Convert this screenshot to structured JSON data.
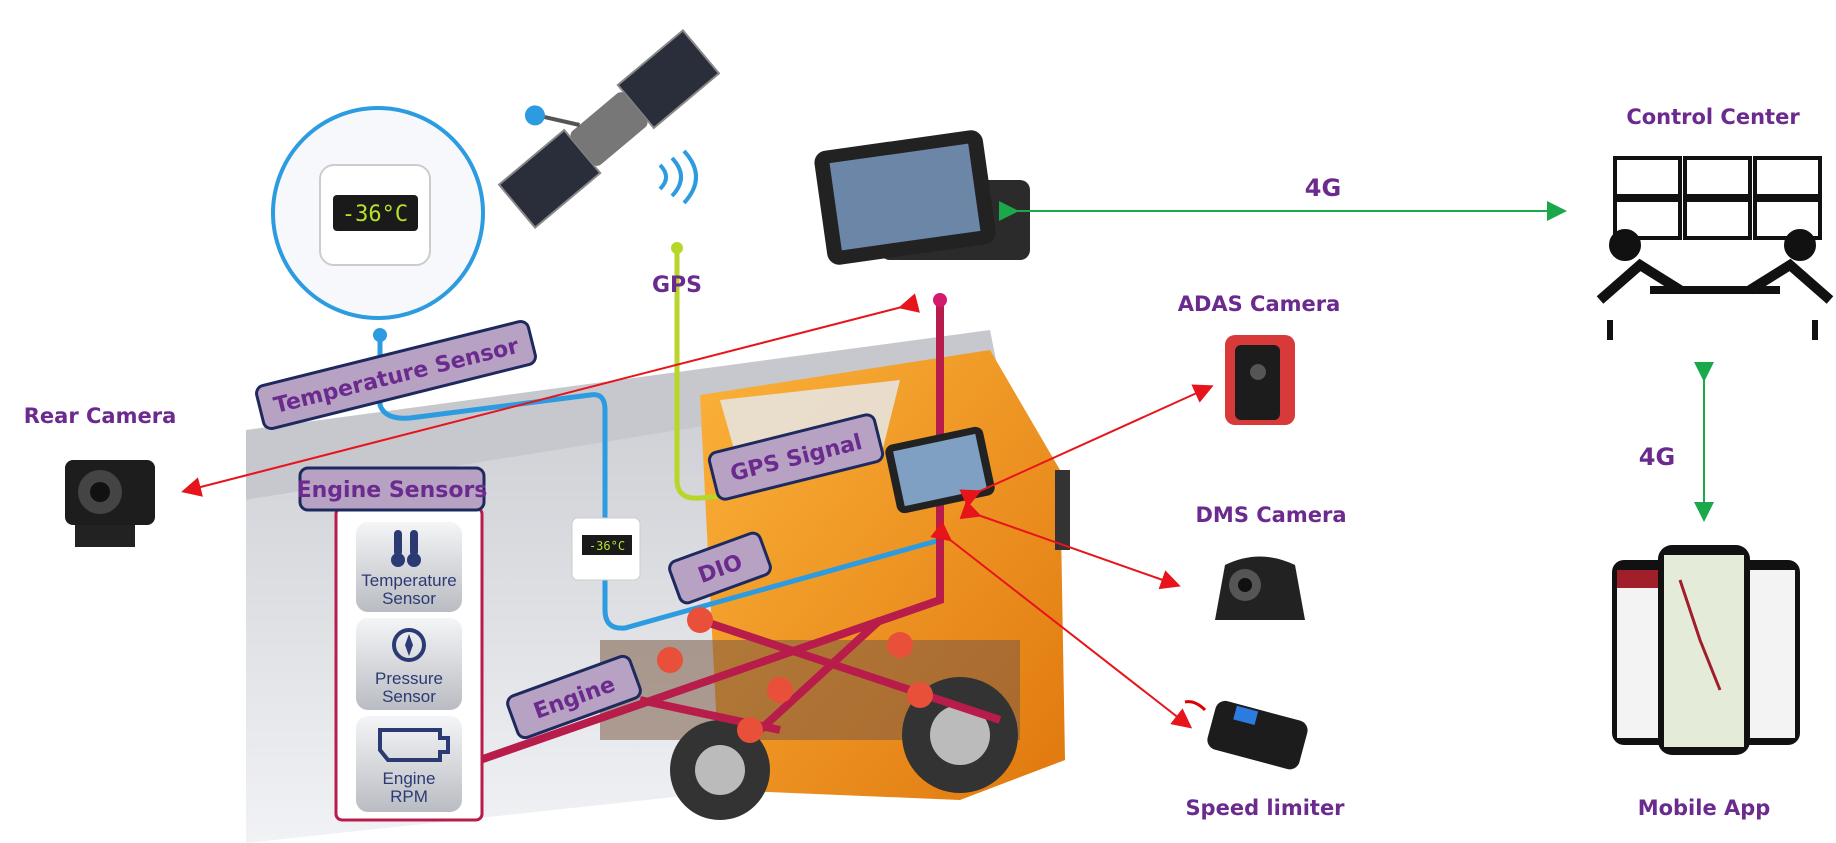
{
  "labels": {
    "rear_camera": "Rear Camera",
    "gps": "GPS",
    "control_center": "Control Center",
    "link_4g_top": "4G",
    "link_4g_side": "4G",
    "adas_camera": "ADAS Camera",
    "dms_camera": "DMS Camera",
    "speed_limiter": "Speed limiter",
    "mobile_app": "Mobile App"
  },
  "boxes": {
    "temperature_sensor": "Temperature Sensor",
    "engine_sensors": "Engine Sensors",
    "gps_signal": "GPS Signal",
    "dio": "DIO",
    "engine": "Engine"
  },
  "engine_sensor_tiles": [
    {
      "line1": "Temperature",
      "line2": "Sensor",
      "icon": "thermometer-icon"
    },
    {
      "line1": "Pressure",
      "line2": "Sensor",
      "icon": "pressure-gauge-icon"
    },
    {
      "line1": "Engine",
      "line2": "RPM",
      "icon": "engine-icon"
    }
  ],
  "temperature_display": "-36°C",
  "colors": {
    "label_text": "#6b2a8e",
    "label_box": "#b7a2c3",
    "label_border": "#1e2a5e",
    "link_4g": "#1aa84a",
    "camera_links": "#e8141b",
    "temp_wire": "#2c9be0",
    "gps_wire": "#b6d629",
    "engine_wire": "#b81c4a",
    "truck": "#f39a1e"
  }
}
